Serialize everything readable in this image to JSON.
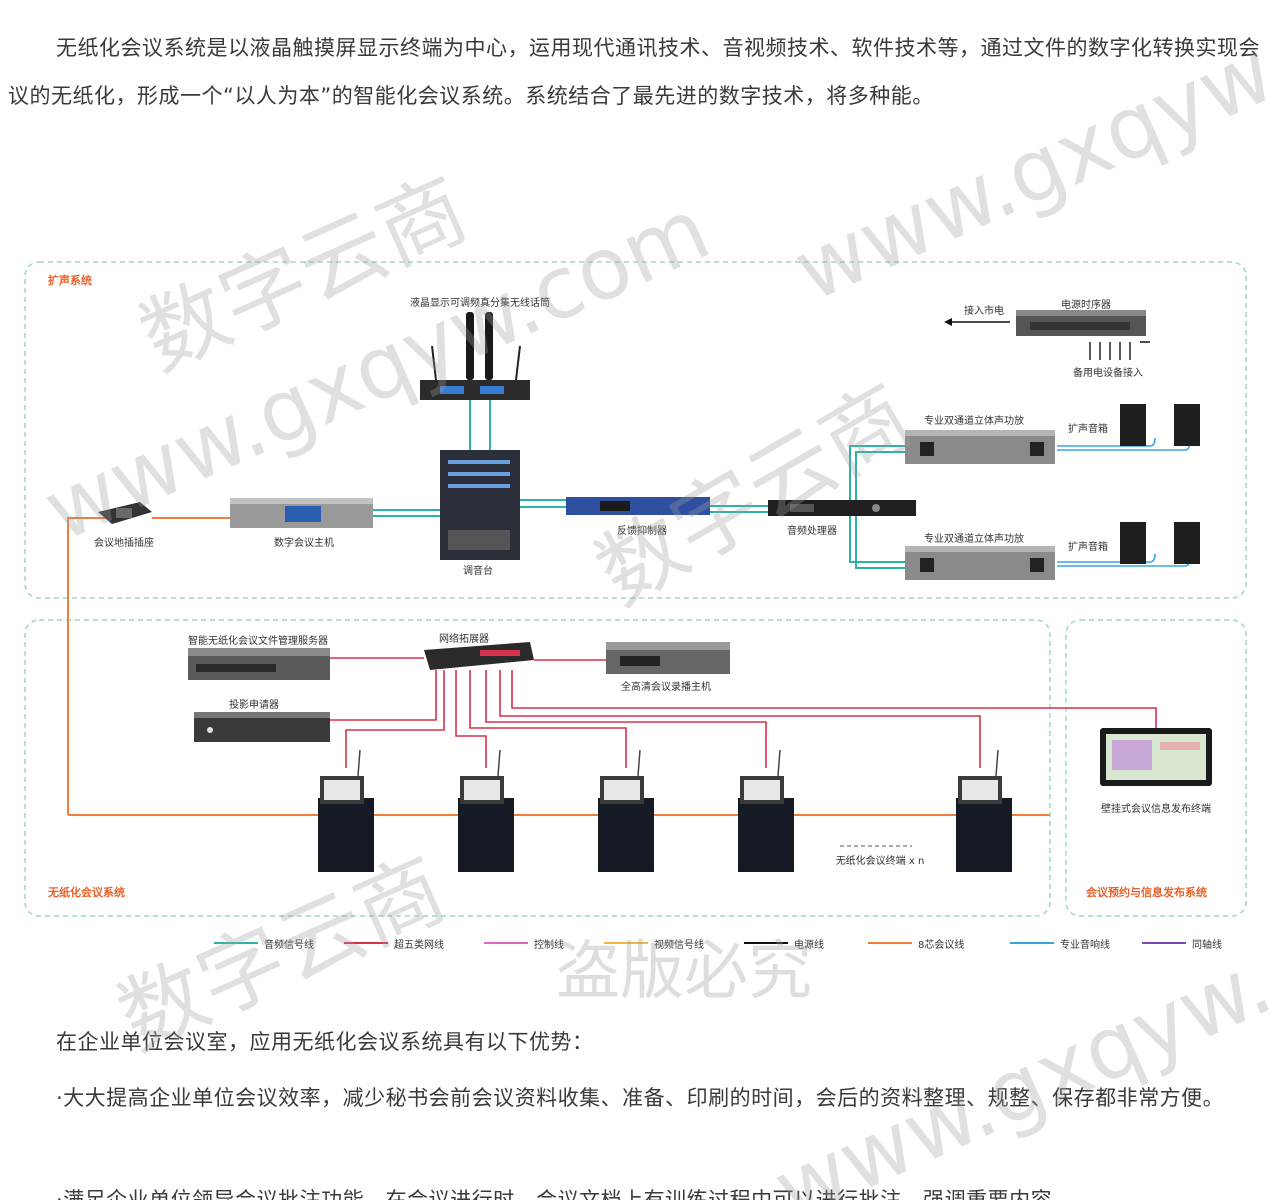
{
  "intro": "无纸化会议系统是以液晶触摸屏显示终端为中心，运用现代通讯技术、音视频技术、软件技术等，通过文件的数字化转换实现会议的无纸化，形成一个“以人为本”的智能化会议系统。系统结合了最先进的数字技术，将多种能。",
  "diagram": {
    "sections": {
      "sound": "扩声系统",
      "paperless": "无纸化会议系统",
      "booking": "会议预约与信息发布系统"
    },
    "labels": {
      "wireless_mic": "液晶显示可调频真分集无线话筒",
      "mains_in": "接入市电",
      "power_sequencer": "电源时序器",
      "backup_power": "备用电设备接入",
      "amp1": "专业双通道立体声功放",
      "amp2": "专业双通道立体声功放",
      "speaker1": "扩声音箱",
      "speaker2": "扩声音箱",
      "floor_socket": "会议地插插座",
      "conf_host": "数字会议主机",
      "mixer": "调音台",
      "feedback": "反馈抑制器",
      "processor": "音频处理器",
      "file_server": "智能无纸化会议文件管理服务器",
      "switch": "网络拓展器",
      "recorder": "全高清会议录播主机",
      "projector": "投影申请器",
      "terminal_n": "无纸化会议终端 x n",
      "wall_terminal": "壁挂式会议信息发布终端"
    },
    "legend": [
      {
        "name": "音频信号线",
        "color": "#2ab3a6"
      },
      {
        "name": "超五类网线",
        "color": "#d9304a"
      },
      {
        "name": "控制线",
        "color": "#e066c8"
      },
      {
        "name": "视频信号线",
        "color": "#f5b640"
      },
      {
        "name": "电源线",
        "color": "#111111"
      },
      {
        "name": "8芯会议线",
        "color": "#f07d3a"
      },
      {
        "name": "专业音响线",
        "color": "#3aa6e0"
      },
      {
        "name": "同轴线",
        "color": "#7a48b8"
      }
    ]
  },
  "advantages": {
    "title": "在企业单位会议室，应用无纸化会议系统具有以下优势：",
    "item1": "·大大提高企业单位会议效率，减少秘书会前会议资料收集、准备、印刷的时间，会后的资料整理、规整、保存都非常方便。",
    "item2": "·满足企业单位领导会议批注功能，在会议进行时，会议文档上有训练过程中可以进行批注，强调重要内容"
  },
  "watermarks": {
    "cn": "数字云商",
    "url": "www.gxqyw.com",
    "piracy": "盗版必究"
  }
}
